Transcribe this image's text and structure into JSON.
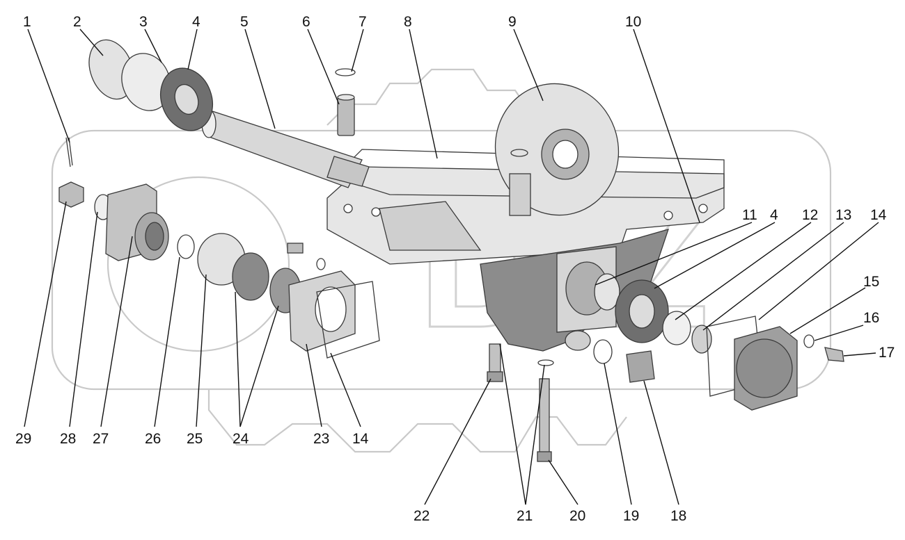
{
  "diagram": {
    "colors": {
      "background": "#ffffff",
      "part_light": "#e6e6e6",
      "part_mid": "#bdbdbd",
      "part_dark": "#7a7a7a",
      "outline": "#3a3a3a",
      "watermark": "#c9c9c9",
      "text": "#111111"
    },
    "callouts": [
      {
        "id": "c1",
        "label": "1"
      },
      {
        "id": "c2",
        "label": "2"
      },
      {
        "id": "c3",
        "label": "3"
      },
      {
        "id": "c4a",
        "label": "4"
      },
      {
        "id": "c5",
        "label": "5"
      },
      {
        "id": "c6",
        "label": "6"
      },
      {
        "id": "c7",
        "label": "7"
      },
      {
        "id": "c8",
        "label": "8"
      },
      {
        "id": "c9",
        "label": "9"
      },
      {
        "id": "c10",
        "label": "10"
      },
      {
        "id": "c11",
        "label": "11"
      },
      {
        "id": "c4b",
        "label": "4"
      },
      {
        "id": "c12",
        "label": "12"
      },
      {
        "id": "c13",
        "label": "13"
      },
      {
        "id": "c14a",
        "label": "14"
      },
      {
        "id": "c15",
        "label": "15"
      },
      {
        "id": "c16",
        "label": "16"
      },
      {
        "id": "c17",
        "label": "17"
      },
      {
        "id": "c29",
        "label": "29"
      },
      {
        "id": "c28",
        "label": "28"
      },
      {
        "id": "c27",
        "label": "27"
      },
      {
        "id": "c26",
        "label": "26"
      },
      {
        "id": "c25",
        "label": "25"
      },
      {
        "id": "c24",
        "label": "24"
      },
      {
        "id": "c23",
        "label": "23"
      },
      {
        "id": "c14b",
        "label": "14"
      },
      {
        "id": "c22",
        "label": "22"
      },
      {
        "id": "c21",
        "label": "21"
      },
      {
        "id": "c20",
        "label": "20"
      },
      {
        "id": "c19",
        "label": "19"
      },
      {
        "id": "c18",
        "label": "18"
      }
    ]
  }
}
